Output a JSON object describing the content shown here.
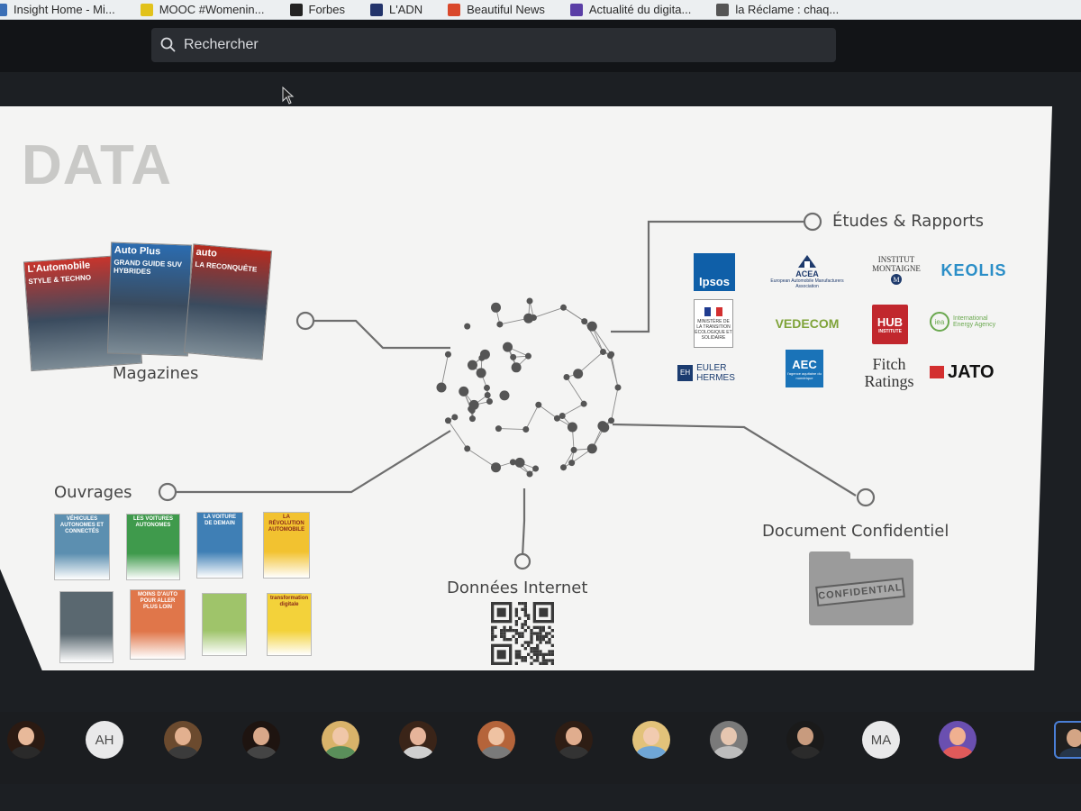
{
  "browser": {
    "bookmarks": [
      {
        "label": "Insight Home - Mi...",
        "icon": "page-icon",
        "color": "#3b6fb6"
      },
      {
        "label": "MOOC #Womenin...",
        "icon": "mooc-icon",
        "color": "#e2c21b"
      },
      {
        "label": "Forbes",
        "icon": "forbes-icon",
        "color": "#222222"
      },
      {
        "label": "L'ADN",
        "icon": "ladn-icon",
        "color": "#23346b"
      },
      {
        "label": "Beautiful News",
        "icon": "sun-icon",
        "color": "#d9482b"
      },
      {
        "label": "Actualité du digita...",
        "icon": "triangle-icon",
        "color": "#5a3ea6"
      },
      {
        "label": "la Réclame : chaq...",
        "icon": "reclame-icon",
        "color": "#555555"
      }
    ]
  },
  "app": {
    "search_placeholder": "Rechercher"
  },
  "slide": {
    "title": "DATA",
    "nodes": {
      "magazines": "Magazines",
      "ouvrages": "Ouvrages",
      "donnees_internet": "Données Internet",
      "etudes_rapports": "Études & Rapports",
      "document_confidentiel": "Document Confidentiel"
    },
    "magazines": [
      {
        "title": "L'Automobile",
        "subtitle": "STYLE & TECHNO",
        "color": "#c8342c"
      },
      {
        "title": "Auto Plus",
        "subtitle": "GRAND GUIDE SUV HYBRIDES",
        "color": "#2b6cb0"
      },
      {
        "title": "auto",
        "subtitle": "LA RECONQUÊTE",
        "color": "#b52b1f"
      }
    ],
    "books": [
      {
        "title": "VÉHICULES AUTONOMES ET CONNECTÉS",
        "color": "#5c8fb0"
      },
      {
        "title": "LES VOITURES AUTONOMES",
        "color": "#3f9a4c"
      },
      {
        "title": "LA VOITURE DE DEMAIN",
        "color": "#3f7fb5"
      },
      {
        "title": "LA RÉVOLUTION AUTOMOBILE",
        "color": "#f2c230"
      },
      {
        "title": "",
        "color": "#5a6870"
      },
      {
        "title": "MOINS D'AUTO POUR ALLER PLUS LOIN",
        "color": "#e0764a"
      },
      {
        "title": "",
        "color": "#9fc46a"
      },
      {
        "title": "transformation digitale",
        "color": "#f3d23a"
      }
    ],
    "logos": {
      "ipsos": "Ipsos",
      "acea": "ACEA",
      "acea_sub": "European Automobile Manufacturers Association",
      "montaigne": "INSTITUT MONTAIGNE",
      "keolis": "KEOLIS",
      "gov": "MINISTÈRE DE LA TRANSITION ÉCOLOGIQUE ET SOLIDAIRE",
      "vedecom": "VEDECOM",
      "hub": "HUB",
      "hub_sub": "INSTITUTE",
      "iea": "International Energy Agency",
      "euler": "EULER HERMES",
      "aec": "AEC",
      "aec_sub": "l'agence aquitaine du numérique",
      "fitch_1": "Fitch",
      "fitch_2": "Ratings",
      "jato": "JATO"
    },
    "confidential_stamp": "CONFIDENTIAL"
  },
  "participants": [
    {
      "type": "photo",
      "hair": "#2b1a12",
      "skin": "#e8b99a",
      "shirt": "#2a2a2a"
    },
    {
      "type": "initials",
      "label": "AH"
    },
    {
      "type": "photo",
      "hair": "#6b4a2e",
      "skin": "#e2b08f",
      "shirt": "#3b3b3b"
    },
    {
      "type": "photo",
      "hair": "#1e1410",
      "skin": "#d9a88a",
      "shirt": "#444444"
    },
    {
      "type": "photo",
      "hair": "#d9b36a",
      "skin": "#f0c7a8",
      "shirt": "#5a8f5a"
    },
    {
      "type": "photo",
      "hair": "#3a2418",
      "skin": "#e6b49a",
      "shirt": "#cfcfcf"
    },
    {
      "type": "photo",
      "hair": "#b5643a",
      "skin": "#efc2a2",
      "shirt": "#7a7a7a"
    },
    {
      "type": "photo",
      "hair": "#2e1d14",
      "skin": "#e0ad8e",
      "shirt": "#333333"
    },
    {
      "type": "photo",
      "hair": "#e2c27a",
      "skin": "#f1cbb0",
      "shirt": "#6fa6d6"
    },
    {
      "type": "photo",
      "hair": "#7a7a7a",
      "skin": "#e6c6b0",
      "shirt": "#bdbdbd"
    },
    {
      "type": "photo",
      "hair": "#1a1a1a",
      "skin": "#c89b7e",
      "shirt": "#2b2b2b"
    },
    {
      "type": "initials",
      "label": "MA"
    },
    {
      "type": "photo",
      "hair": "#6a4fb0",
      "skin": "#f0b090",
      "shirt": "#e05a5a"
    },
    {
      "type": "photo",
      "hair": "#1f1f1f",
      "skin": "#d4a585",
      "shirt": "#26364a"
    }
  ]
}
